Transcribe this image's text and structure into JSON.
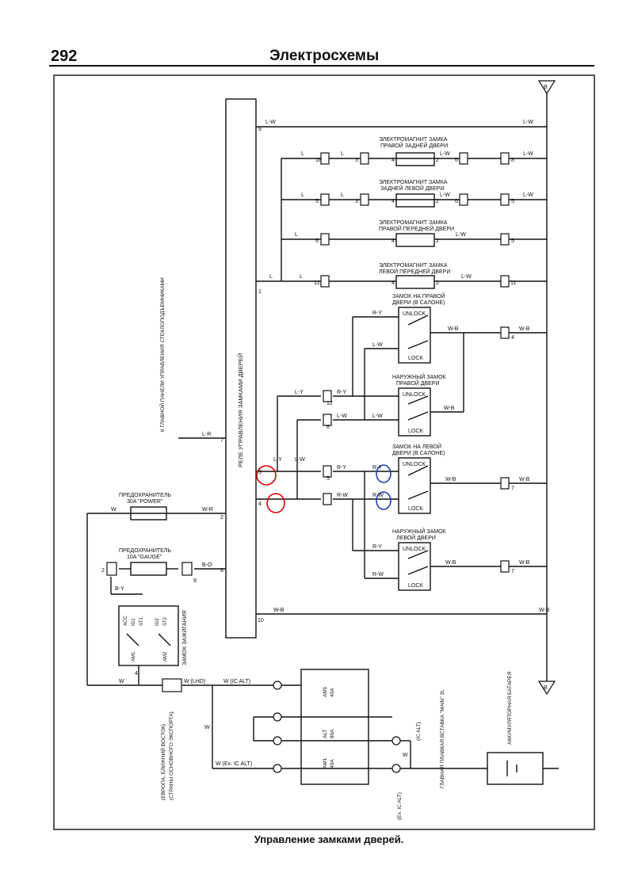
{
  "header": {
    "page_number": "292",
    "title": "Электросхемы"
  },
  "caption": "Управление замками дверей.",
  "relay_label": "РЕЛЕ УПРАВЛЕНИЯ ЗАМКАМИ ДВЕРЕЙ",
  "connectors": {
    "top": "B",
    "bottom": "B"
  },
  "actuators": [
    {
      "title1": "ЭЛЕКТРОМАГНИТ ЗАМКА",
      "title2": "ПРАВОЙ ЗАДНЕЙ ДВЕРИ",
      "left_wire": "L",
      "mid_wire": "L",
      "right_wire": "L-W",
      "far_wire": "L-W",
      "pin_a": "18",
      "pin_b": "3",
      "pin_c": "4",
      "pin_d": "2",
      "pin_e": "6",
      "pin_f": "8"
    },
    {
      "title1": "ЭЛЕКТРОМАГНИТ ЗАМКА",
      "title2": "ЗАДНЕЙ ЛЕВОЙ ДВЕРИ",
      "left_wire": "L",
      "mid_wire": "L",
      "right_wire": "L-W",
      "far_wire": "L-W",
      "pin_a": "5",
      "pin_b": "3",
      "pin_c": "4",
      "pin_d": "2",
      "pin_e": "6",
      "pin_f": "5"
    },
    {
      "title1": "ЭЛЕКТРОМАГНИТ ЗАМКА",
      "title2": "ПРАВОЙ ПЕРЕДНЕЙ ДВЕРИ",
      "left_wire": "L",
      "mid_wire": "",
      "right_wire": "L-W",
      "far_wire": "",
      "pin_a": "6",
      "pin_b": "",
      "pin_c": "4",
      "pin_d": "2",
      "pin_e": "",
      "pin_f": "5"
    },
    {
      "title1": "ЭЛЕКТРОМАГНИТ ЗАМКА",
      "title2": "ЛЕВОЙ ПЕРЕДНЕЙ ДВЕРИ",
      "left_wire": "L",
      "mid_wire": "",
      "right_wire": "L-W",
      "far_wire": "",
      "pin_a": "12",
      "pin_b": "",
      "pin_c": "4",
      "pin_d": "2",
      "pin_e": "",
      "pin_f": "11"
    }
  ],
  "switches": [
    {
      "title1": "ЗАМОК НА ПРАВОЙ",
      "title2": "ДВЕРИ (В САЛОНЕ)",
      "unlock": "UNLOCK",
      "lock": "LOCK",
      "in_top": "R-Y",
      "in_bot": "L-W",
      "out": "W-B",
      "out2": "W-B",
      "pin_out": "4"
    },
    {
      "title1": "НАРУЖНЫЙ ЗАМОК",
      "title2": "ПРАВОЙ ДВЕРИ",
      "unlock": "UNLOCK",
      "lock": "LOCK",
      "in_top": "",
      "in_bot": "L-W",
      "out": "W-B",
      "out2": "",
      "pin_out": ""
    },
    {
      "title1": "ЗАМОК НА ЛЕВОЙ",
      "title2": "ДВЕРИ (В САЛОНЕ)",
      "unlock": "UNLOCK",
      "lock": "LOCK",
      "in_top": "R-Y",
      "in_bot": "R-W",
      "out": "W-B",
      "out2": "W-B",
      "pin_out": "7"
    },
    {
      "title1": "НАРУЖНЫЙ ЗАМОК",
      "title2": "ЛЕВОЙ ДВЕРИ",
      "unlock": "UNLOCK",
      "lock": "LOCK",
      "in_top": "R-Y",
      "in_bot": "R-W",
      "out": "W-B",
      "out2": "W-B",
      "pin_out": "7"
    }
  ],
  "relay_wires": {
    "top": "L-W",
    "ly": "L-Y",
    "lw": "L-W",
    "ry": "R-Y",
    "rw": "R-W",
    "lr": "L-R",
    "wr": "W-R",
    "bo": "B-O",
    "wb": "W-B",
    "l": "L",
    "pin_9": "9",
    "pin_1": "1",
    "pin_7": "7",
    "pin_3": "3",
    "pin_4": "4",
    "pin_2": "2",
    "pin_8": "8",
    "pin_10": "10",
    "pin_12": "12",
    "pin_6": "6",
    "pin_5": "5"
  },
  "left_note": "К ГЛАВНОЙ ПАНЕЛИ УПРАВЛЕНИЯ СТЕКЛОПОДЪЕМНИКАМИ",
  "fuse_power": {
    "line1": "ПРЕДОХРАНИТЕЛЬ",
    "line2": "30A \"POWER\"",
    "wire": "W"
  },
  "fuse_gauge": {
    "line1": "ПРЕДОХРАНИТЕЛЬ",
    "line2": "10A \"GAUGE\"",
    "wire": "B-Y",
    "pin_a": "2",
    "pin_b": "9"
  },
  "ignition": {
    "label": "ЗАМОК ЗАЖИГАНИЯ",
    "acc": "ACC",
    "ig1": "IG1",
    "st1": "ST1",
    "ig2": "IG2",
    "st2": "ST2",
    "am1": "AM1",
    "am2": "AM2",
    "pin": "4"
  },
  "bottom": {
    "w_lhd": "W (LHD)",
    "w_ic_alt": "W (IC ALT)",
    "w_ex_ic_alt": "W (Ex. IC ALT)",
    "w": "W",
    "region_note1": "(ЕВРОПА, БЛИЖНИЙ ВОСТОК)",
    "region_note2": "(СТРАНЫ ОСНОВНОГО ЭКСПОРТА)",
    "am1": "AM1",
    "am1_amp": "40A",
    "alt": "ALT",
    "alt_amp": "80A",
    "am1b": "AM1",
    "am1b_amp": "40A",
    "ic_alt": "(IC ALT)",
    "ex_ic_alt": "(Ex. IC ALT)",
    "main_fuse": "ГЛАВНАЯ ПЛАВКАЯ ВСТАВКА \"MAIN\" 2L",
    "battery": "АККУМУЛЯТОРНАЯ БАТАРЕЯ"
  },
  "colors": {
    "ink": "#111111",
    "annotation": "#e00000",
    "annotation2": "#1a3fb0"
  }
}
